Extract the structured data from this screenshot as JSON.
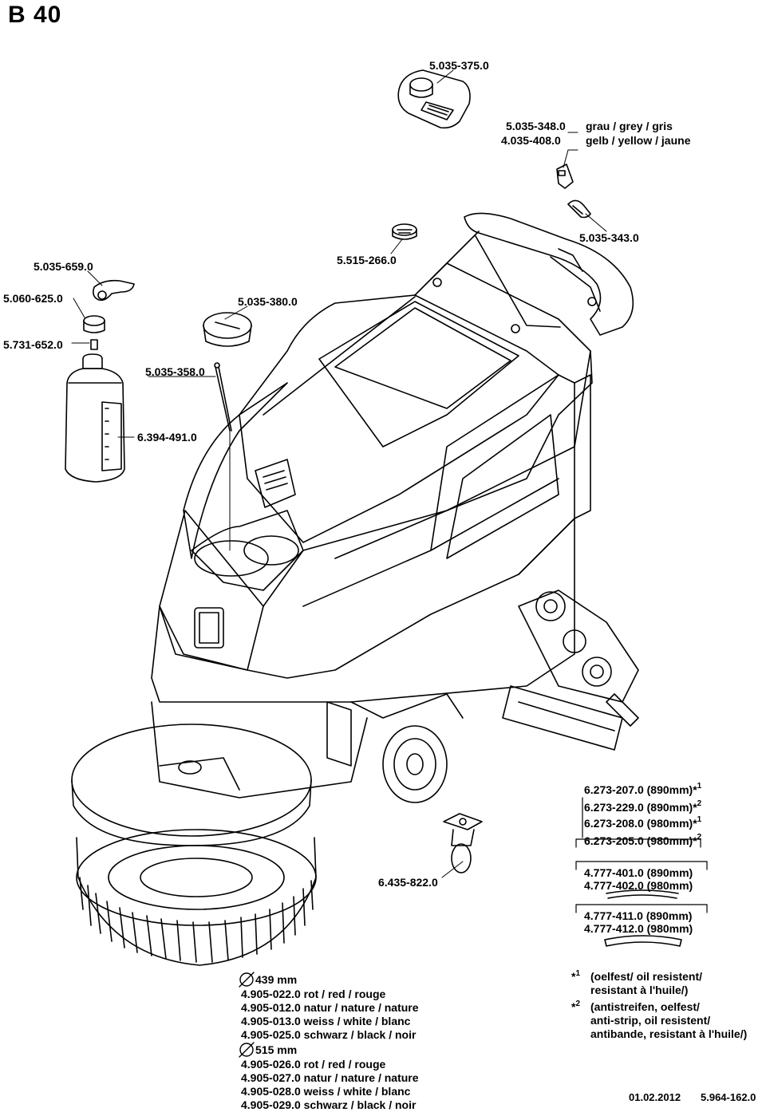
{
  "title": "B 40",
  "parts": {
    "p1": "5.035-375.0",
    "p2a": "5.035-348.0",
    "p2a_color": "grau / grey / gris",
    "p2b": "4.035-408.0",
    "p2b_color": "gelb / yellow / jaune",
    "p3": "5.035-343.0",
    "p4": "5.515-266.0",
    "p5": "5.035-659.0",
    "p6": "5.060-625.0",
    "p7": "5.035-380.0",
    "p8": "5.731-652.0",
    "p9": "5.035-358.0",
    "p10": "6.394-491.0",
    "p11": "6.435-822.0"
  },
  "squeegee": {
    "l1": "6.273-207.0 (890mm)",
    "l1_mark": "*",
    "l1_sup": "1",
    "l2": "6.273-229.0 (890mm)",
    "l2_mark": "*",
    "l2_sup": "2",
    "l3": "6.273-208.0 (980mm)",
    "l3_mark": "*",
    "l3_sup": "1",
    "l4": "6.273-205.0 (980mm)",
    "l4_mark": "*",
    "l4_sup": "2",
    "l5": "4.777-401.0 (890mm)",
    "l6": "4.777-402.0 (980mm)",
    "l7": "4.777-411.0 (890mm)",
    "l8": "4.777-412.0 (980mm)"
  },
  "brushes": {
    "d1": "439 mm",
    "d1_items": [
      "4.905-022.0 rot / red / rouge",
      "4.905-012.0 natur / nature / nature",
      "4.905-013.0 weiss / white / blanc",
      "4.905-025.0 schwarz / black / noir"
    ],
    "d2": "515 mm",
    "d2_items": [
      "4.905-026.0 rot / red / rouge",
      "4.905-027.0 natur / nature / nature",
      "4.905-028.0 weiss / white / blanc",
      "4.905-029.0 schwarz / black / noir"
    ]
  },
  "notes": {
    "n1_mark": "*",
    "n1_sup": "1",
    "n1_line1": "(oelfest/ oil resistent/",
    "n1_line2": "resistant à l'huile/)",
    "n2_mark": "*",
    "n2_sup": "2",
    "n2_line1": "(antistreifen, oelfest/",
    "n2_line2": "anti-strip, oil resistent/",
    "n2_line3": "antibande, resistant à l'huile/)"
  },
  "footer": {
    "date": "01.02.2012",
    "doc": "5.964-162.0"
  }
}
